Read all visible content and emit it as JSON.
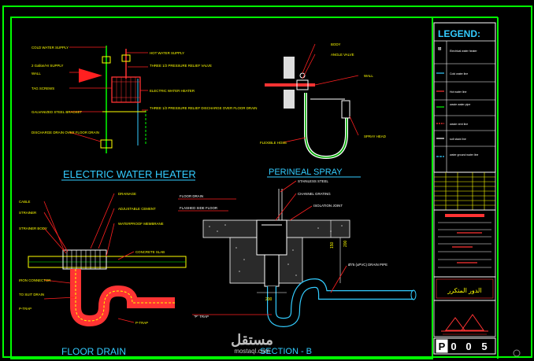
{
  "colors": {
    "background": "#000000",
    "frame": "#00ff00",
    "title": "#33ccff",
    "label": "#ffff00",
    "leader": "#ff2020",
    "pipe": "#33ccff",
    "drain": "#ff3333",
    "white": "#ffffff"
  },
  "legend": {
    "title": "LEGEND:",
    "items": [
      "Electrical water heater",
      "Cold water line",
      "Hot water line",
      "waste water pipe",
      "waste vent line",
      "soil stack line",
      "water ground water line"
    ]
  },
  "sheet": {
    "number_label": "P 0 0 5",
    "sheet_prefix": "P",
    "sheet_digits": [
      "0",
      "0",
      "5"
    ],
    "arabic_title": "الدور المتكرر"
  },
  "watermark": {
    "brand": "مستقل",
    "domain": "mostaql.com"
  },
  "titles": {
    "heater": "ELECTRIC WATER HEATER",
    "spray": "PERINEAL SPRAY",
    "floor_drain": "FLOOR DRAIN",
    "section": "SECTION - B"
  },
  "heater_labels": {
    "cold_water": "COLD WATER SUPPLY",
    "hot_water": "HOT WATER SUPPLY",
    "valve": "THREE 1/2 PRESSURE RELIEF VALVE",
    "wall": "WALL",
    "tag": "TAG SCREWS",
    "bracket": "GALVANIZED STEEL BRACKET",
    "heater_unit": "ELECTRIC WATER HEATER",
    "relief": "THREE 1/2 PRESSURE RELIEF DISCHARGE OVER FLOOR DRAIN",
    "drain_line": "DISCHARGE DRAIN OVER FLOOR DRAIN",
    "left_note": "2 Gallon/Hr SUPPLY"
  },
  "spray_labels": {
    "body": "BODY",
    "angle_valve": "ANGLE VALVE",
    "wall": "WALL",
    "hose": "FLEXIBLE HOSE",
    "spray_head": "SPRAY HEAD"
  },
  "floor_drain_labels": {
    "cable": "CABLE",
    "strainer": "STRAINER",
    "strainer_body": "STRAINER BODY",
    "iron": "IRON CONNECTOR",
    "to_drain": "TO SUIT DRAIN",
    "p_trap_left": "P-TRAP",
    "drainage": "DRAINAGE",
    "adjustable": "ADJUSTABLE CEMENT",
    "waterproof": "WATERPROOF MEMBRANE",
    "concrete": "CONCRETE SLAB",
    "p_trap_right": "P-TRAP"
  },
  "section_labels": {
    "floor_drain": "FLOOR DRAIN",
    "flashing": "FLASHED SIDE FLOOR",
    "stainless": "STAINLESS STEEL",
    "grating": "CHANNEL GRATING",
    "isolation": "ISOLATION JOINT",
    "drain_pipe": "Ø75 (uPVC) DRAIN PIPE",
    "p_trap": "\"P\" TRAP",
    "dim_200_bottom": "200",
    "dim_150": "150",
    "dim_200_right": "200"
  }
}
